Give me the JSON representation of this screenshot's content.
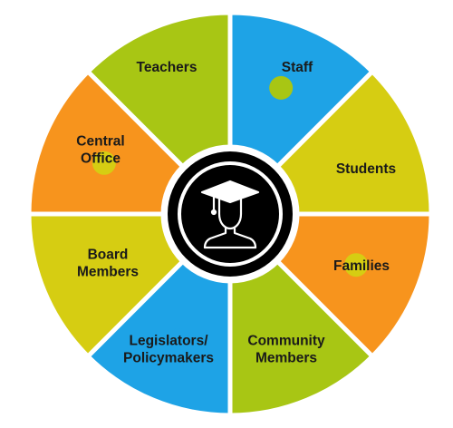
{
  "diagram": {
    "center_icon": "graduate-icon",
    "segments": [
      {
        "id": "teachers",
        "lines": [
          "Teachers"
        ],
        "color": "#a8c614"
      },
      {
        "id": "staff",
        "lines": [
          "Staff"
        ],
        "color": "#1ea3e6"
      },
      {
        "id": "students",
        "lines": [
          "Students"
        ],
        "color": "#d6cd12"
      },
      {
        "id": "families",
        "lines": [
          "Families"
        ],
        "color": "#f7941d"
      },
      {
        "id": "community-members",
        "lines": [
          "Community",
          "Members"
        ],
        "color": "#a8c614"
      },
      {
        "id": "legislators-policymakers",
        "lines": [
          "Legislators/",
          "Policymakers"
        ],
        "color": "#1ea3e6"
      },
      {
        "id": "board-members",
        "lines": [
          "Board",
          "Members"
        ],
        "color": "#d6cd12"
      },
      {
        "id": "central-office",
        "lines": [
          "Central",
          "Office"
        ],
        "color": "#f7941d"
      }
    ],
    "colors": {
      "center_fill": "#000000",
      "center_ring": "#ffffff",
      "gap": "#ffffff"
    }
  }
}
